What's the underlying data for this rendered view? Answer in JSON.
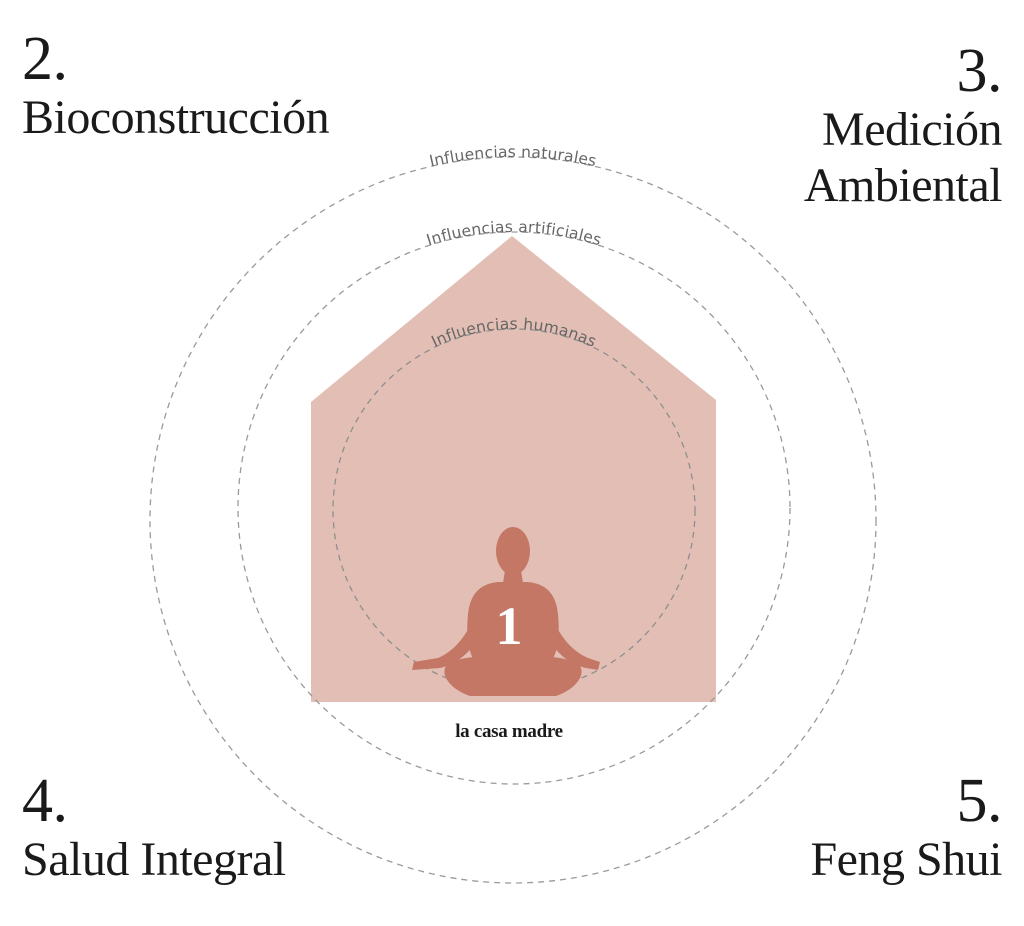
{
  "corners": {
    "bioconstruccion": {
      "number": "2.",
      "lines": [
        "Bioconstrucción"
      ]
    },
    "medicion": {
      "number": "3.",
      "lines": [
        "Medición",
        "Ambiental"
      ]
    },
    "salud": {
      "number": "4.",
      "lines": [
        "Salud Integral"
      ]
    },
    "fengshui": {
      "number": "5.",
      "lines": [
        "Feng Shui"
      ]
    }
  },
  "rings": {
    "outer": "Influencias naturales",
    "middle": "Influencias artificiales",
    "inner": "Influencias humanas"
  },
  "center": {
    "number": "1",
    "brand": "la casa madre"
  },
  "colors": {
    "house": "#e2beb4",
    "figure": "#c47765",
    "ring": "#9a9a9a",
    "text": "#1a1a1a"
  }
}
